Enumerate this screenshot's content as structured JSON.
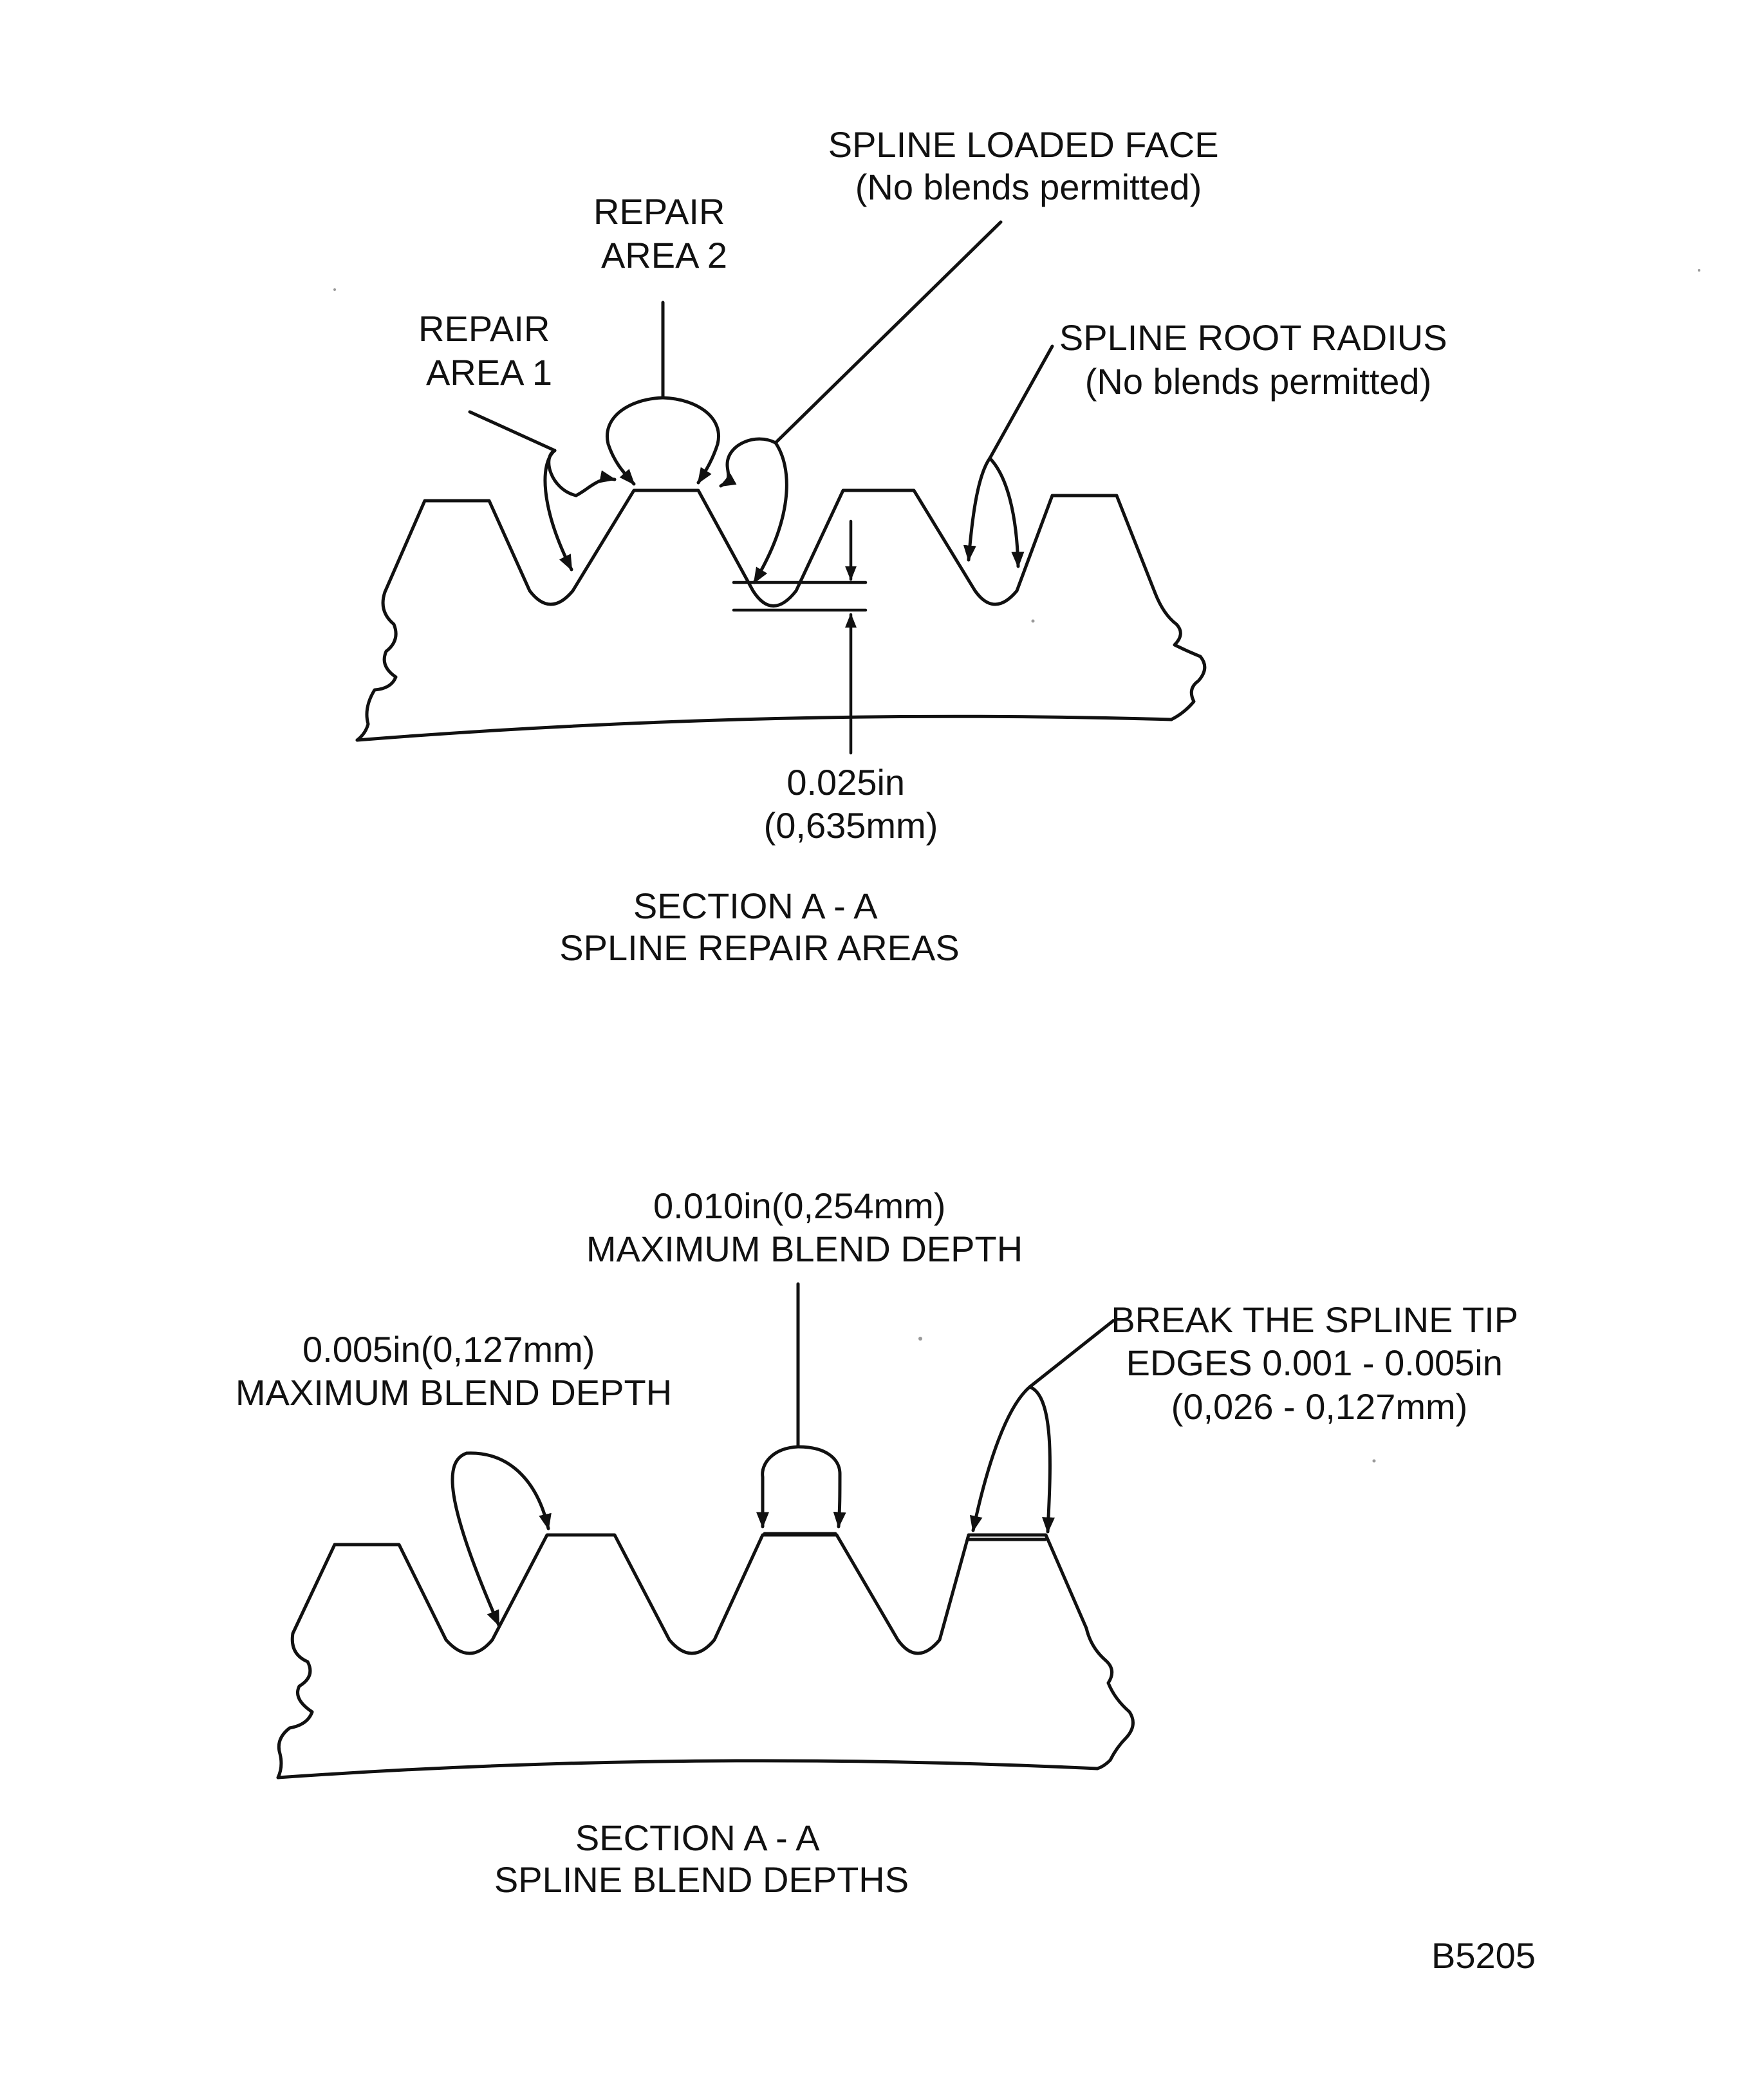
{
  "figure_id": "B5205",
  "section_top": {
    "title_line1": "SECTION A - A",
    "title_line2": "SPLINE REPAIR AREAS",
    "label_repair_area_1": [
      "REPAIR",
      "AREA 1"
    ],
    "label_repair_area_2": [
      "REPAIR",
      "AREA 2"
    ],
    "label_loaded_face": [
      "SPLINE LOADED FACE",
      "(No blends permitted)"
    ],
    "label_root_radius": [
      "SPLINE ROOT RADIUS",
      "(No blends permitted)"
    ],
    "dimension": [
      "0.025in",
      "(0,635mm)"
    ]
  },
  "section_bottom": {
    "title_line1": "SECTION A - A",
    "title_line2": "SPLINE BLEND DEPTHS",
    "label_blend_small": [
      "0.005in(0,127mm)",
      "MAXIMUM BLEND DEPTH"
    ],
    "label_blend_large": [
      "0.010in(0,254mm)",
      "MAXIMUM BLEND DEPTH"
    ],
    "label_break_tip": [
      "BREAK THE SPLINE TIP",
      "EDGES 0.001 - 0.005in",
      "(0,026 - 0,127mm)"
    ]
  }
}
